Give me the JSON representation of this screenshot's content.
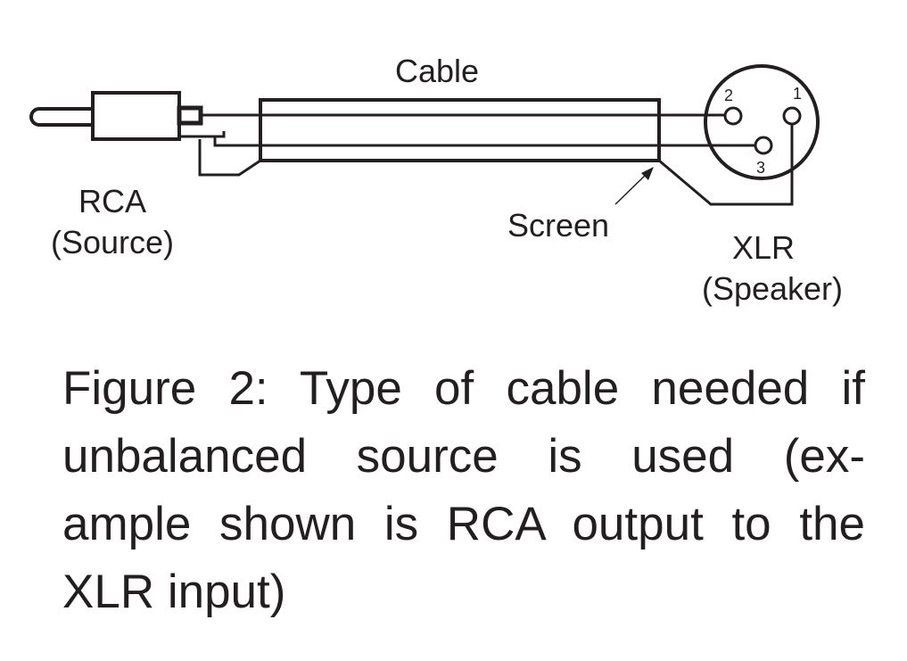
{
  "diagram": {
    "cable_label": "Cable",
    "source_label_line1": "RCA",
    "source_label_line2": "(Source)",
    "screen_label": "Screen",
    "dest_label_line1": "XLR",
    "dest_label_line2": "(Speaker)",
    "pins": {
      "pin1": "1",
      "pin2": "2",
      "pin3": "3"
    },
    "stroke_color": "#231f20"
  },
  "caption": {
    "lines": [
      "Figure 2: Type of cable needed if",
      "unbalanced source is used (ex-",
      "ample shown is RCA output to the",
      "XLR input)"
    ]
  }
}
